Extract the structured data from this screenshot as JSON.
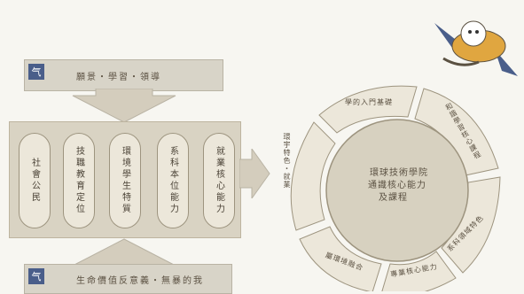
{
  "top_banner": {
    "text": "願景・學習・領導"
  },
  "bottom_banner": {
    "text": "生命價值反意義・無暴的我"
  },
  "pillars": [
    "社會公民",
    "技職教育定位",
    "環境學生特質",
    "系科本位能力",
    "就業核心能力"
  ],
  "center_text": [
    "環球技術學院",
    "通識核心能力",
    "及課程"
  ],
  "ring_segments": [
    {
      "key": "top",
      "text": "學的入門基礎"
    },
    {
      "key": "upper_right",
      "text": "和諧學習核心課程"
    },
    {
      "key": "right",
      "text": "系科領域特色"
    },
    {
      "key": "lower_right",
      "text": "專業核心能力"
    },
    {
      "key": "bottom",
      "text": "屬環境融合"
    },
    {
      "key": "left",
      "text": "環宇特色・就業"
    }
  ],
  "colors": {
    "ring": "#d7d1c0",
    "segment_border": "#9d947f",
    "arrow": "#d4cdbd",
    "frame": "#d9d3c3"
  }
}
